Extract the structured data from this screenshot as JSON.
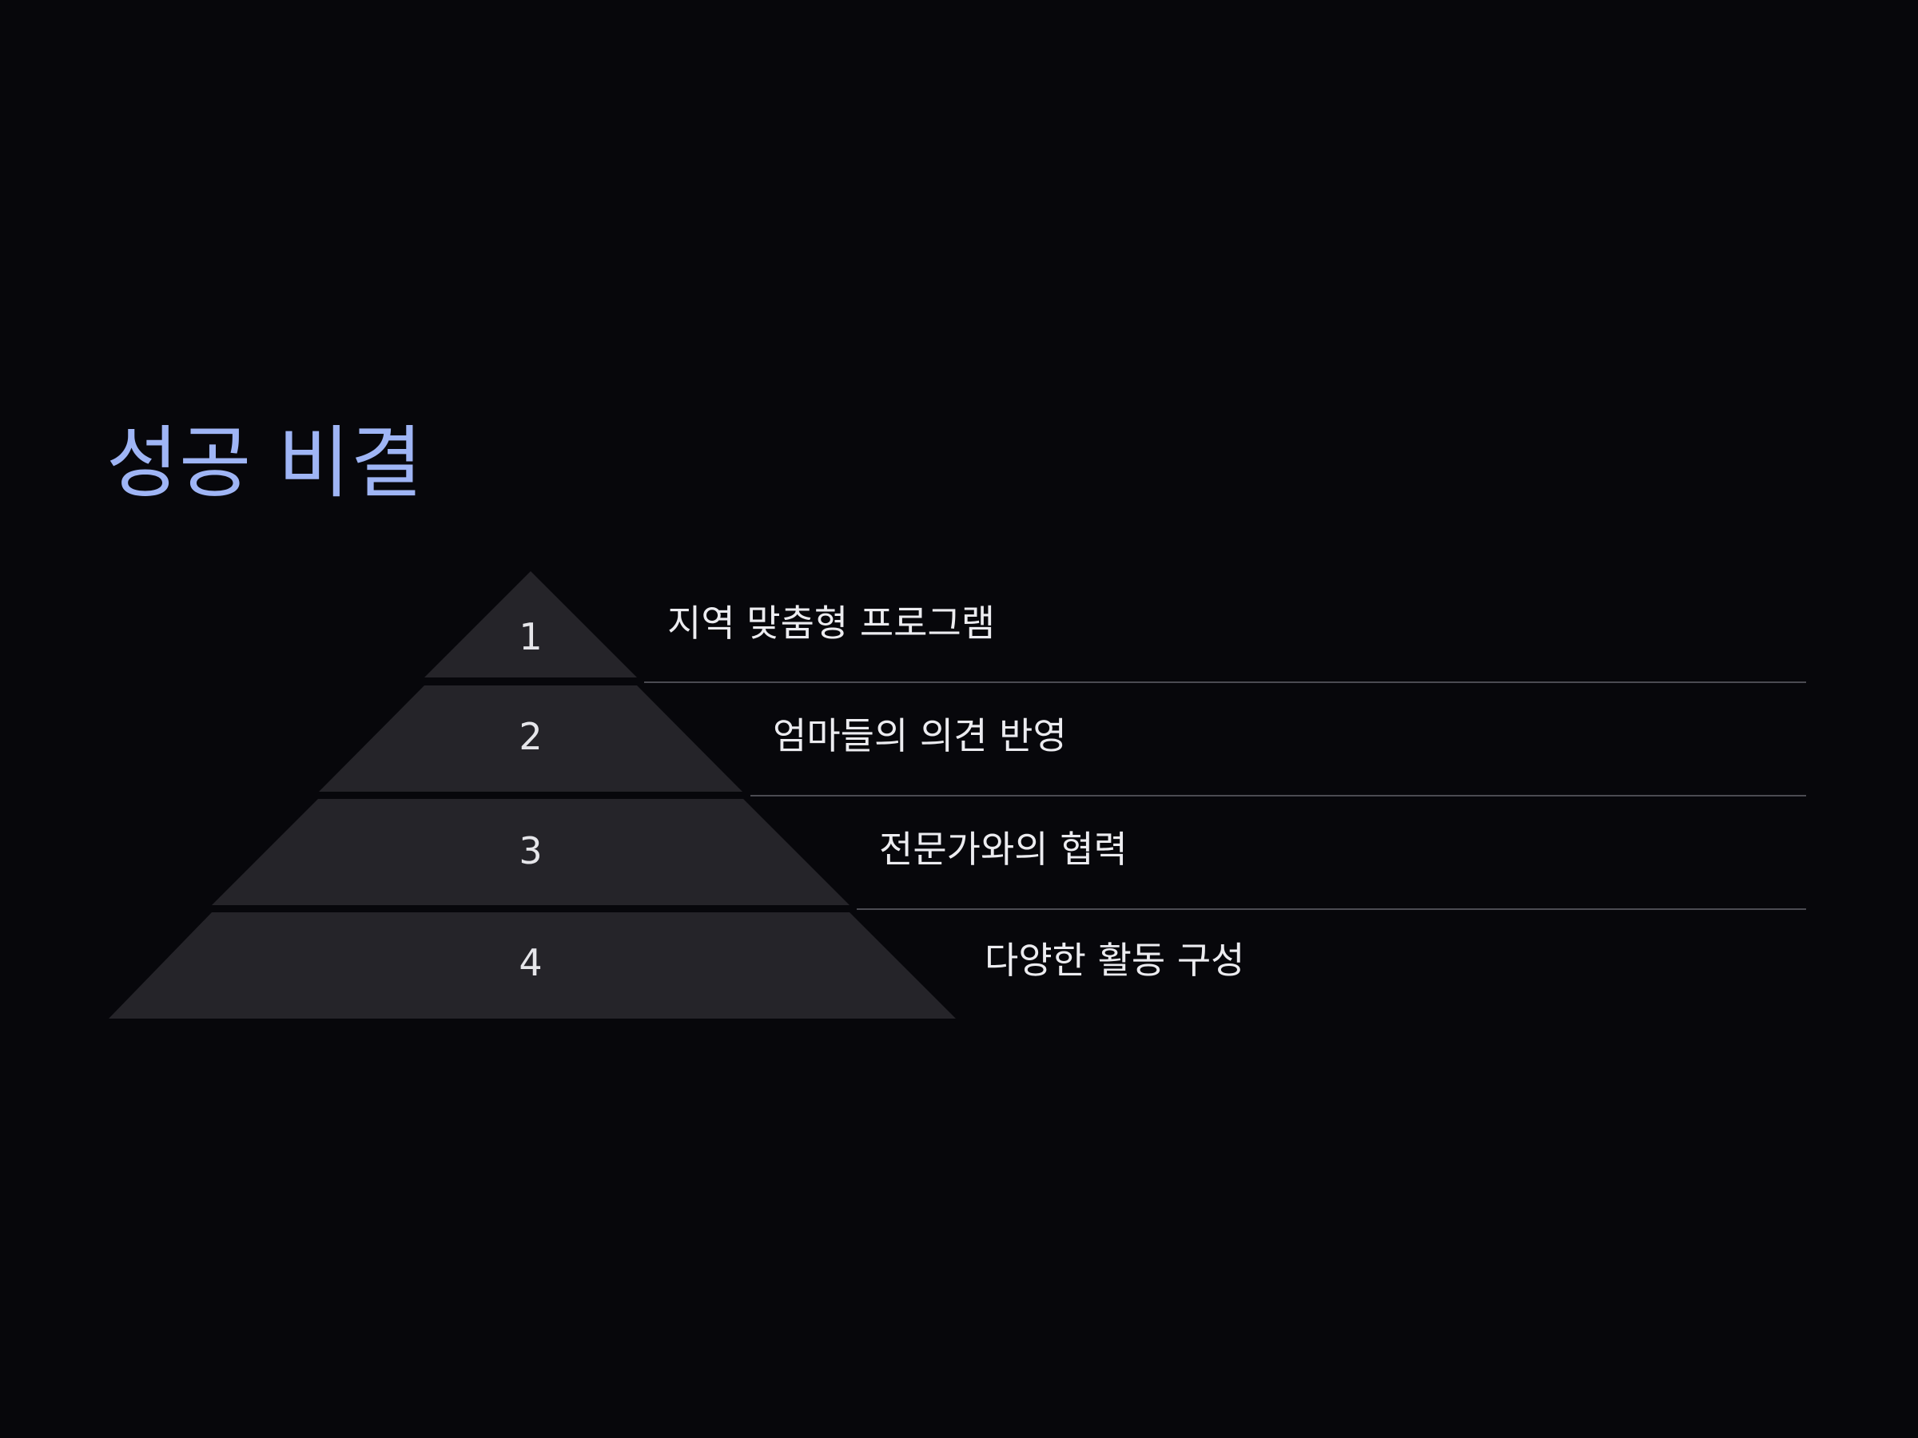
{
  "slide": {
    "title": "성공 비결",
    "title_color": "#9fb5f5",
    "background_color": "#07070b",
    "tier_color": "#252429"
  },
  "pyramid": {
    "levels": [
      {
        "number": "1",
        "label": "지역 맞춤형 프로그램"
      },
      {
        "number": "2",
        "label": "엄마들의 의견 반영"
      },
      {
        "number": "3",
        "label": "전문가와의 협력"
      },
      {
        "number": "4",
        "label": "다양한 활동 구성"
      }
    ]
  }
}
